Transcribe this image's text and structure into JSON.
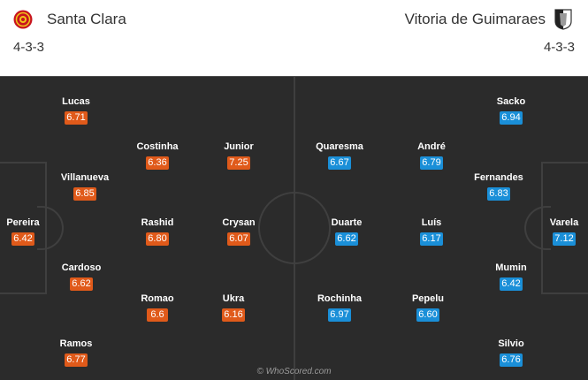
{
  "home": {
    "name": "Santa Clara",
    "formation": "4-3-3",
    "badge_icon": "santa-clara-crest-icon",
    "color": "#e05a1a",
    "players": [
      {
        "name": "Lucas",
        "rating": "6.71"
      },
      {
        "name": "Costinha",
        "rating": "6.36"
      },
      {
        "name": "Junior",
        "rating": "7.25"
      },
      {
        "name": "Villanueva",
        "rating": "6.85"
      },
      {
        "name": "Pereira",
        "rating": "6.42"
      },
      {
        "name": "Rashid",
        "rating": "6.80"
      },
      {
        "name": "Crysan",
        "rating": "6.07"
      },
      {
        "name": "Cardoso",
        "rating": "6.62"
      },
      {
        "name": "Romao",
        "rating": "6.6"
      },
      {
        "name": "Ukra",
        "rating": "6.16"
      },
      {
        "name": "Ramos",
        "rating": "6.77"
      }
    ]
  },
  "away": {
    "name": "Vitoria de Guimaraes",
    "formation": "4-3-3",
    "badge_icon": "vitoria-guimaraes-crest-icon",
    "color": "#1a8fd8",
    "players": [
      {
        "name": "Sacko",
        "rating": "6.94"
      },
      {
        "name": "Quaresma",
        "rating": "6.67"
      },
      {
        "name": "André",
        "rating": "6.79"
      },
      {
        "name": "Fernandes",
        "rating": "6.83"
      },
      {
        "name": "Duarte",
        "rating": "6.62"
      },
      {
        "name": "Luís",
        "rating": "6.17"
      },
      {
        "name": "Varela",
        "rating": "7.12"
      },
      {
        "name": "Mumin",
        "rating": "6.42"
      },
      {
        "name": "Rochinha",
        "rating": "6.97"
      },
      {
        "name": "Pepelu",
        "rating": "6.60"
      },
      {
        "name": "Silvio",
        "rating": "6.76"
      }
    ]
  },
  "watermark": "© WhoScored.com"
}
